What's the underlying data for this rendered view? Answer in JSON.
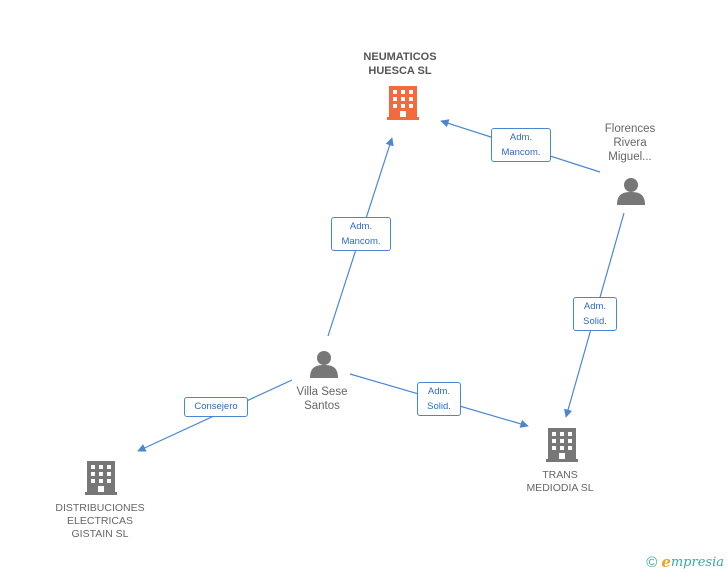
{
  "colors": {
    "edge": "#4a86d4",
    "main_company": "#f26a3e",
    "company": "#777777",
    "person": "#777777"
  },
  "nodes": {
    "neumaticos": {
      "line1": "NEUMATICOS",
      "line2": "HUESCA SL",
      "icon": "building-icon"
    },
    "florences": {
      "line1": "Florences",
      "line2": "Rivera",
      "line3": "Miguel...",
      "icon": "person-icon"
    },
    "villa": {
      "line1": "Villa Sese",
      "line2": "Santos",
      "icon": "person-icon"
    },
    "trans": {
      "line1": "TRANS",
      "line2": "MEDIODIA SL",
      "icon": "building-icon"
    },
    "distribuciones": {
      "line1": "DISTRIBUCIONES",
      "line2": "ELECTRICAS",
      "line3": "GISTAIN SL",
      "icon": "building-icon"
    }
  },
  "edges": {
    "florences_neumaticos": {
      "line1": "Adm.",
      "line2": "Mancom."
    },
    "villa_neumaticos": {
      "line1": "Adm.",
      "line2": "Mancom."
    },
    "florences_trans": {
      "line1": "Adm.",
      "line2": "Solid."
    },
    "villa_trans": {
      "line1": "Adm.",
      "line2": "Solid."
    },
    "villa_distribuciones": {
      "line1": "Consejero"
    }
  },
  "brand": {
    "copyright": "©",
    "initial": "e",
    "name": "mpresia"
  }
}
